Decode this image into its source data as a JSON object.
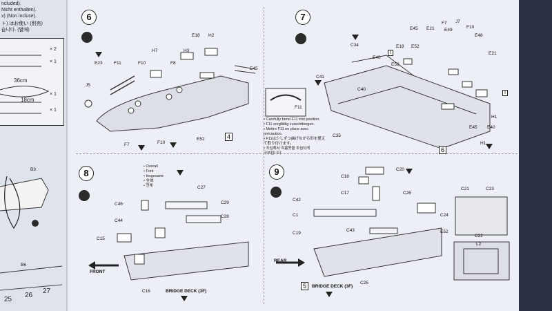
{
  "left_page": {
    "header_lines": [
      "ncluded).",
      "Nicht enthalten).",
      "x) (Non incluse).",
      "ト) はお使い (別売)",
      "습니다. (별매)"
    ],
    "times": [
      "× 2",
      "× 1",
      "× 1",
      "× 1"
    ],
    "measure_36": "36cm",
    "measure_18": "18cm",
    "part_b3": "B3",
    "part_b6": "B6",
    "ruler": [
      "25",
      "26",
      "27"
    ]
  },
  "step6": {
    "number": "6",
    "labels": [
      "E23",
      "F11",
      "F10",
      "H7",
      "E18",
      "H2",
      "H3",
      "F8",
      "E45",
      "J5",
      "F7",
      "F10",
      "E52"
    ],
    "box": "4",
    "inset_part": "F11",
    "notes": [
      "• Carefully bend F11 into position.",
      "• F11 sorgfältig zurechtbiegen.",
      "• Mettre F11 en place avec",
      "  précaution.",
      "• F11は少しずつ曲げながら形を整え",
      "  て取り付けます。",
      "• 조심해서 여름못을 조심되게",
      "  구부립니다."
    ]
  },
  "step7": {
    "number": "7",
    "labels": [
      "E45",
      "E21",
      "F7",
      "E49",
      "J7",
      "F10",
      "E48",
      "C34",
      "E18",
      "E52",
      "E40",
      "E21",
      "C41",
      "C40",
      "E52",
      "H1",
      "E45",
      "E40",
      "H1",
      "C35"
    ],
    "box_main": "6",
    "box_small1": "I",
    "box_small2": "I"
  },
  "step8": {
    "number": "8",
    "overall": [
      "• Overall",
      "• Font",
      "• Insgesamt",
      "• 全体",
      "• 전체"
    ],
    "labels": [
      "C27",
      "C45",
      "C29",
      "C28",
      "C44",
      "C15",
      "C16"
    ],
    "front": "FRONT",
    "bridge_deck": "BRIDGE DECK (3F)"
  },
  "step9": {
    "number": "9",
    "labels": [
      "C18",
      "C20",
      "C17",
      "C42",
      "C26",
      "C1",
      "C21",
      "C23",
      "C24",
      "C43",
      "C19",
      "E52",
      "C22",
      "L2",
      "C25"
    ],
    "rear": "REAR",
    "box": "5",
    "bridge_deck": "BRIDGE DECK (3F)"
  }
}
